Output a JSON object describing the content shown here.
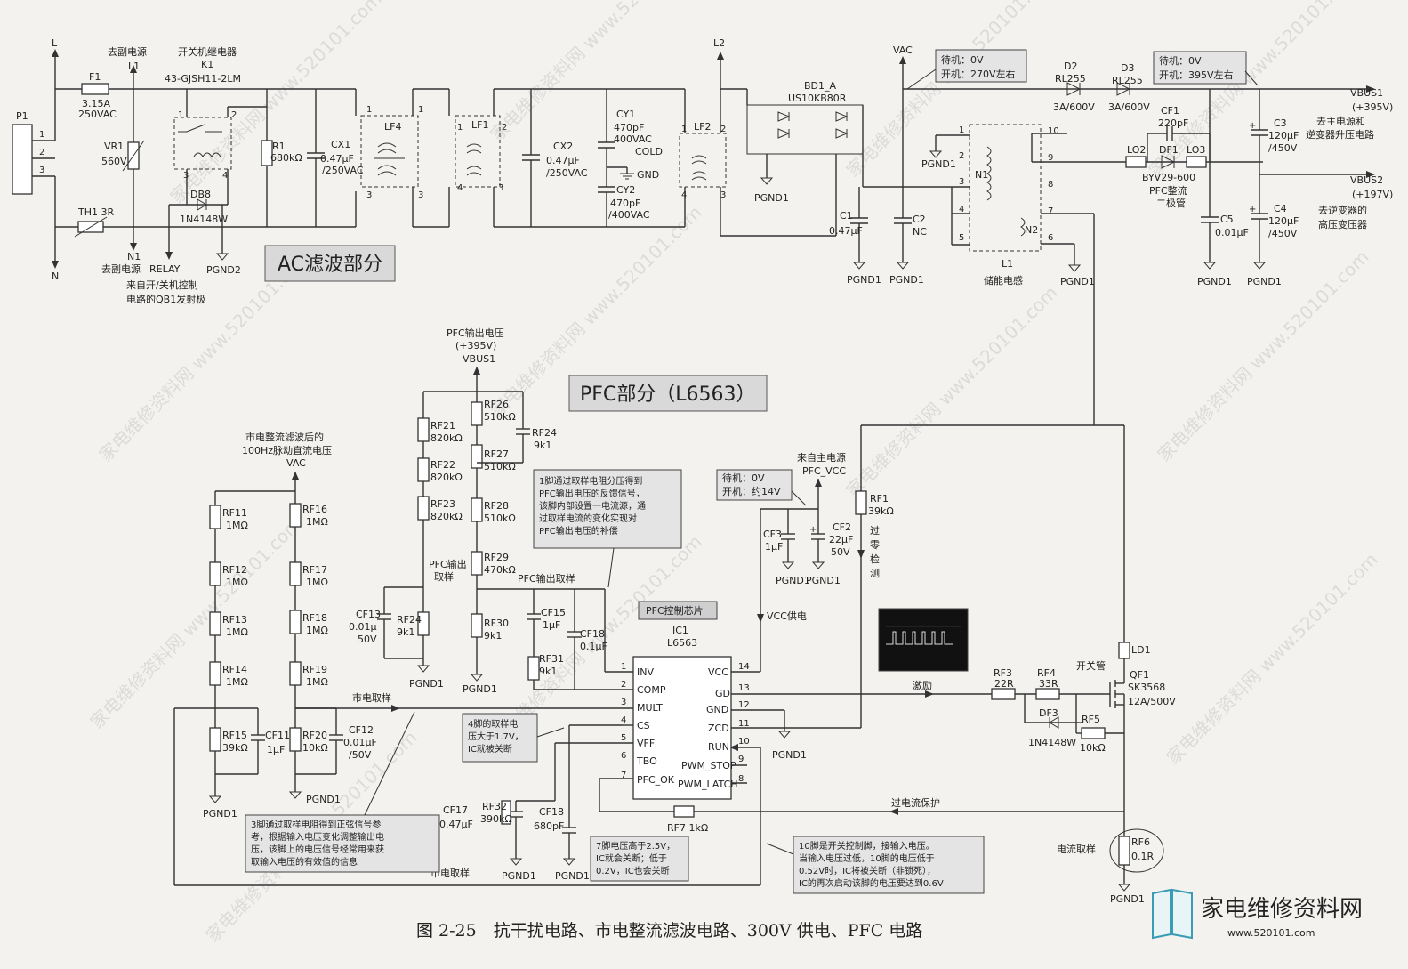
{
  "title_ac": "AC滤波部分",
  "title_pfc": "PFC部分（L6563）",
  "caption": "图 2-25　抗干扰电路、市电整流滤波电路、300V 供电、PFC 电路",
  "logo_text": "家电维修资料网",
  "logo_url": "www.520101.com",
  "watermark": "家电维修资料网 www.520101.com",
  "labels": {
    "L": "L",
    "N": "N",
    "P1": "P1",
    "F1": "F1",
    "F1_val1": "3.15A",
    "F1_val2": "250VAC",
    "to_aux": "去副电源",
    "L1": "L1",
    "N1": "N1",
    "to_aux2": "去副电源",
    "relay_title": "开关机继电器",
    "K1": "K1",
    "K1_part": "43-GJSH11-2LM",
    "VR1": "VR1",
    "VR1_val": "560V",
    "TH1": "TH1  3R",
    "DB8": "DB8",
    "DB8_part": "1N4148W",
    "RELAY": "RELAY",
    "PGND2": "PGND2",
    "relay_ctrl1": "来自开/关机控制",
    "relay_ctrl2": "电路的QB1发射极",
    "R1": "R1",
    "R1_val": "680kΩ",
    "CX1": "CX1",
    "CX1_val1": "0.47μF",
    "CX1_val2": "/250VAC",
    "LF4": "LF4",
    "LF1": "LF1",
    "LF2": "LF2",
    "CX2": "CX2",
    "CX2_val1": "0.47μF",
    "CX2_val2": "/250VAC",
    "CY1": "CY1",
    "CY1_val1": "470pF",
    "CY1_val2": "400VAC",
    "COLD": "COLD",
    "GND": "GND",
    "CY2": "CY2",
    "CY2_val1": "470pF",
    "CY2_val2": "/400VAC",
    "L2": "L2",
    "VAC": "VAC",
    "BD1": "BD1_A",
    "BD1_part": "US10KB80R",
    "PGND1": "PGND1",
    "C1": "C1",
    "C1_val": "0.47μF",
    "C2": "C2",
    "C2_val": "NC",
    "vac_note1": "待机：0V",
    "vac_note2": "开机：270V左右",
    "D2": "D2",
    "D2_part": "RL255",
    "D2_val": "3A/600V",
    "D3": "D3",
    "D3_part": "RL255",
    "D3_val": "3A/600V",
    "vbus_note1": "待机：0V",
    "vbus_note2": "开机：395V左右",
    "VBUS1": "VBUS1",
    "VBUS1_val": "(+395V)",
    "vbus1_dest1": "去主电源和",
    "vbus1_dest2": "逆变器升压电路",
    "VBUS2": "VBUS2",
    "VBUS2_val": "(+197V)",
    "vbus2_dest1": "去逆变器的",
    "vbus2_dest2": "高压变压器",
    "CF1": "CF1",
    "CF1_val": "220pF",
    "LO2": "LO2",
    "DF1": "DF1",
    "LO3": "LO3",
    "DF1_part": "BYV29-600",
    "DF1_desc1": "PFC整流",
    "DF1_desc2": "二极管",
    "C3": "C3",
    "C3_val1": "120μF",
    "C3_val2": "/450V",
    "C4": "C4",
    "C4_val1": "120μF",
    "C4_val2": "/450V",
    "C5": "C5",
    "C5_val": "0.01μF",
    "L1_ind": "L1",
    "L1_desc": "储能电感",
    "N1_w": "N1",
    "N2_w": "N2",
    "pfc_out_title1": "PFC输出电压",
    "pfc_out_title2": "(+395V)",
    "pfc_out_title3": "VBUS1",
    "RF26": "RF26",
    "RF26_val": "510kΩ",
    "RF27": "RF27",
    "RF27_val": "510kΩ",
    "RF28": "RF28",
    "RF28_val": "510kΩ",
    "RF29": "RF29",
    "RF29_val": "470kΩ",
    "RF30": "RF30",
    "RF30_val": "9k1",
    "RF31": "RF31",
    "RF31_val": "9k1",
    "RF21": "RF21",
    "RF21_val": "820kΩ",
    "RF22": "RF22",
    "RF22_val": "820kΩ",
    "RF23": "RF23",
    "RF23_val": "820kΩ",
    "RF24a": "RF24",
    "RF24a_val": "9k1",
    "RF24b": "RF24",
    "RF24b_val": "9k1",
    "CF13": "CF13",
    "CF13_val1": "0.01μ",
    "CF13_val2": "50V",
    "CF15": "CF15",
    "CF15_val": "1μF",
    "CF18a": "CF18",
    "CF18a_val": "0.1μF",
    "pfc_sample1": "PFC输出",
    "pfc_sample2": "取样",
    "pfc_sample3": "PFC输出取样",
    "mains_title1": "市电整流滤波后的",
    "mains_title2": "100Hz脉动直流电压",
    "mains_title3": "VAC",
    "RF11": "RF11",
    "RF11_val": "1MΩ",
    "RF12": "RF12",
    "RF12_val": "1MΩ",
    "RF13": "RF13",
    "RF13_val": "1MΩ",
    "RF14": "RF14",
    "RF14_val": "1MΩ",
    "RF15": "RF15",
    "RF15_val": "39kΩ",
    "CF11": "CF11",
    "CF11_val": "1μF",
    "RF16": "RF16",
    "RF16_val": "1MΩ",
    "RF17": "RF17",
    "RF17_val": "1MΩ",
    "RF18": "RF18",
    "RF18_val": "1MΩ",
    "RF19": "RF19",
    "RF19_val": "1MΩ",
    "RF20": "RF20",
    "RF20_val": "10kΩ",
    "CF12": "CF12",
    "CF12_val1": "0.01μF",
    "CF12_val2": "/50V",
    "mains_sample": "市电取样",
    "mains_sample2": "市电取样",
    "ic_tag": "PFC控制芯片",
    "IC1": "IC1",
    "IC1_part": "L6563",
    "pin_inv": "INV",
    "pin_comp": "COMP",
    "pin_mult": "MULT",
    "pin_cs": "CS",
    "pin_vff": "VFF",
    "pin_tbo": "TBO",
    "pin_pfcok": "PFC_OK",
    "pin_vcc": "VCC",
    "pin_gd": "GD",
    "pin_gnd": "GND",
    "pin_zcd": "ZCD",
    "pin_run": "RUN",
    "pin_pwmstop": "PWM_STOP",
    "pin_pwmlatch": "PWM_LATCH",
    "n1": "1",
    "n2": "2",
    "n3": "3",
    "n4": "4",
    "n5": "5",
    "n6": "6",
    "n7": "7",
    "n8": "8",
    "n9": "9",
    "n10": "10",
    "n11": "11",
    "n12": "12",
    "n13": "13",
    "n14": "14",
    "vcc_note1": "待机：0V",
    "vcc_note2": "开机：约14V",
    "vcc_src1": "来自主电源",
    "vcc_src2": "PFC_VCC",
    "CF3": "CF3",
    "CF3_val": "1μF",
    "CF2": "CF2",
    "CF2_val1": "22μF",
    "CF2_val2": "50V",
    "vcc_supply": "VCC供电",
    "RF1": "RF1",
    "RF1_val": "39kΩ",
    "zcd_label1": "过",
    "zcd_label2": "零",
    "zcd_label3": "检",
    "zcd_label4": "测",
    "RF3": "RF3",
    "RF3_val": "22R",
    "RF4": "RF4",
    "RF4_val": "33R",
    "DF3": "DF3",
    "DF3_part": "1N4148W",
    "RF5": "RF5",
    "RF5_val": "10kΩ",
    "drive": "激励",
    "switch": "开关管",
    "LD1": "LD1",
    "QF1": "QF1",
    "QF1_part": "SK3568",
    "QF1_val": "12A/500V",
    "overcurrent": "过电流保护",
    "current_sample": "电流取样",
    "RF6": "RF6",
    "RF6_val": "0.1R",
    "CF17": "CF17",
    "CF17_val": "0.47μF",
    "RF32": "RF32",
    "RF32_val": "390kΩ",
    "CF18b": "CF18",
    "CF18b_val": "680pF",
    "RF7": "RF7  1kΩ",
    "note_pin1": [
      "1脚通过取样电阻分压得到",
      "PFC输出电压的反馈信号，",
      "该脚内部设置一电流源，通",
      "过取样电流的变化实现对",
      "PFC输出电压的补偿"
    ],
    "note_pin3": [
      "3脚通过取样电阻得到正弦信号参",
      "考，根据输入电压变化调整输出电",
      "压，该脚上的电压信号经常用来获",
      "取输入电压的有效值的信息"
    ],
    "note_pin4": [
      "4脚的取样电",
      "压大于1.7V，",
      "IC就被关断"
    ],
    "note_pin7": [
      "7脚电压高于2.5V，",
      "IC就会关断；低于",
      "0.2V，IC也会关断"
    ],
    "note_pin10": [
      "10脚是开关控制脚，接输入电压。",
      "当输入电压过低，10脚的电压低于",
      "0.52V时，IC将被关断（非锁死），",
      "IC的再次启动该脚的电压要达到0.6V"
    ]
  }
}
